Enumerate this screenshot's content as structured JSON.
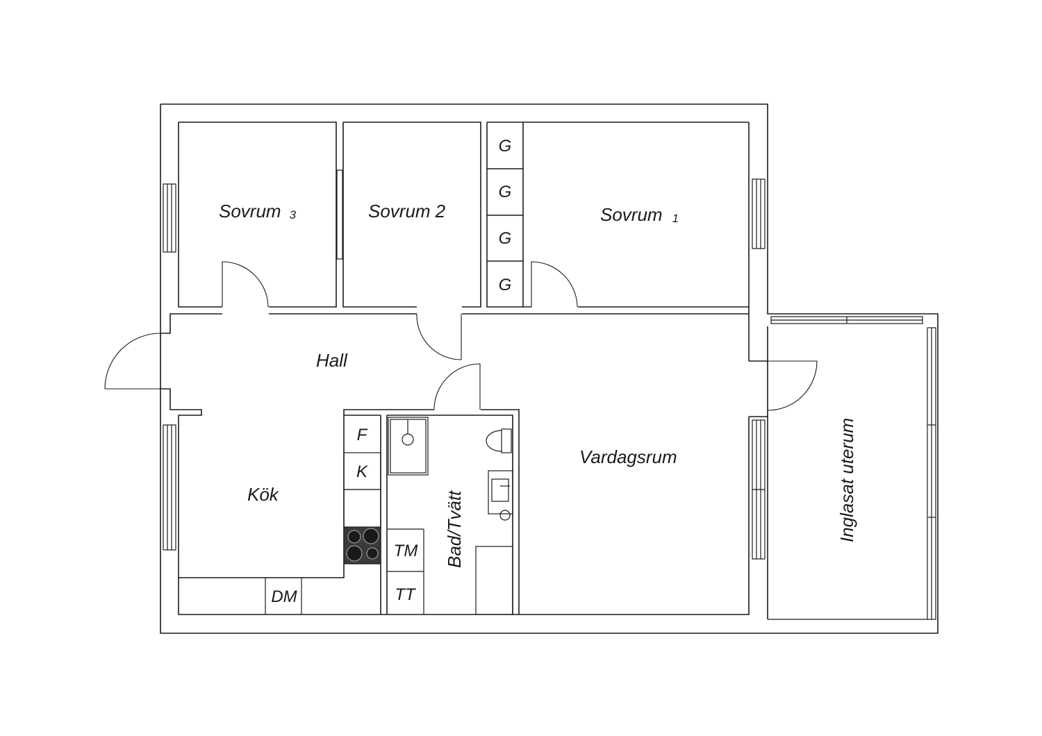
{
  "rooms": {
    "sovrum3": {
      "name": "Sovrum",
      "num": "3"
    },
    "sovrum2": {
      "name": "Sovrum",
      "num": "2"
    },
    "sovrum1": {
      "name": "Sovrum",
      "num": "1"
    },
    "hall": "Hall",
    "kok": "Kök",
    "bad": "Bad/Tvätt",
    "vardagsrum": "Vardagsrum",
    "uterum": "Inglasat uterum"
  },
  "fixtures": {
    "garderob": [
      "G",
      "G",
      "G",
      "G"
    ],
    "frys": "F",
    "kyl": "K",
    "diskmaskin": "DM",
    "tvattmaskin": "TM",
    "torktumlare": "TT"
  }
}
